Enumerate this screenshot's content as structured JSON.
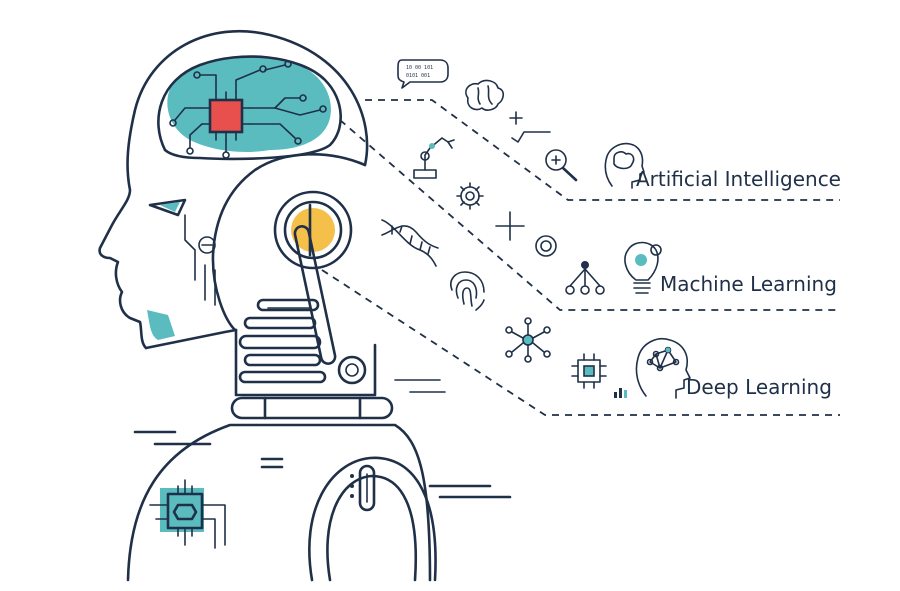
{
  "colors": {
    "outline": "#1f3048",
    "teal": "#5bbcc0",
    "chip_red": "#e8504e",
    "yellow": "#f5c04a",
    "background": "#ffffff"
  },
  "labels": {
    "ai": "Artificial Intelligence",
    "ml": "Machine Learning",
    "dl": "Deep Learning"
  },
  "speech_bubble": {
    "line1": "10 00 101",
    "line2": "0101 001"
  },
  "icons": {
    "ai": [
      "speech-bubble-icon",
      "brain-icon",
      "plus-icon",
      "square-root-icon",
      "magnifier-icon",
      "head-brain-icon"
    ],
    "ml": [
      "robot-arm-icon",
      "gear-icon",
      "dna-icon",
      "plus-icon",
      "circuit-circle-icon",
      "node-tree-icon",
      "lightbulb-gear-icon"
    ],
    "dl": [
      "fingerprint-icon",
      "network-nodes-icon",
      "cpu-icon",
      "bar-chart-icon",
      "head-network-icon"
    ]
  }
}
